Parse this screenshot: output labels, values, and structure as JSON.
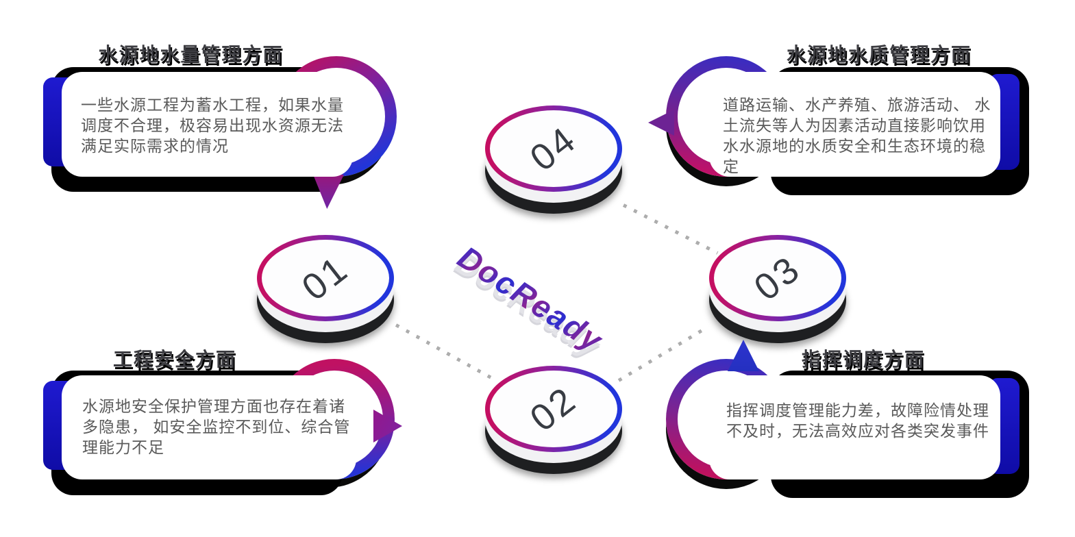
{
  "logo": {
    "text": "DocReady"
  },
  "steps": [
    {
      "number": "01"
    },
    {
      "number": "02"
    },
    {
      "number": "03"
    },
    {
      "number": "04"
    }
  ],
  "cards": [
    {
      "title": "水源地水量管理方面",
      "body": "一些水源工程为蓄水工程，如果水量调度不合理，极容易出现水资源无法满足实际需求的情况"
    },
    {
      "title": "水源地水质管理方面",
      "body": "道路运输、水产养殖、旅游活动、 水土流失等人为因素活动直接影响饮用水水源地的水质安全和生态环境的稳定"
    },
    {
      "title": "工程安全方面",
      "body": "水源地安全保护管理方面也存在着诸多隐患， 如安全监控不到位、综合管理能力不足"
    },
    {
      "title": "指挥调度方面",
      "body": "指挥调度管理能力差，故障险情处理不及时，无法高效应对各类突发事件"
    }
  ],
  "colors": {
    "magenta": "#c01162",
    "purple": "#7b24a8",
    "blue": "#2135d8",
    "accent_bar": "#1712c8",
    "shadow": "#000000",
    "title_text": "#3d3d42",
    "body_text": "#5a5a5a",
    "dot": "#adadad"
  }
}
